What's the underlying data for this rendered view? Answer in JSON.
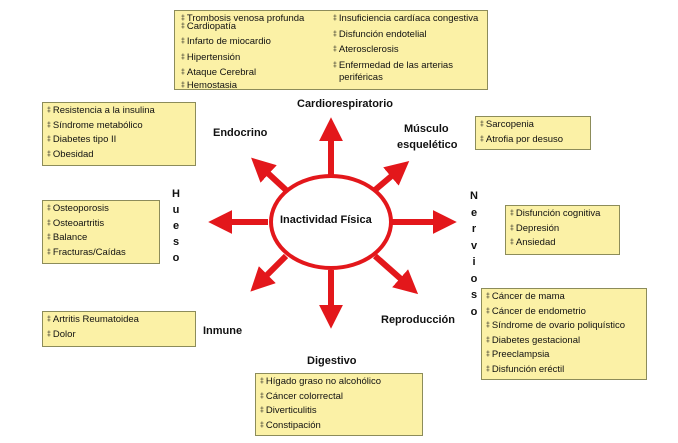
{
  "center": "Inactividad Física",
  "labels": {
    "cardio": "Cardiorespiratorio",
    "endocrino": "Endocrino",
    "musculo1": "Músculo",
    "musculo2": "esquelético",
    "reproduccion": "Reproducción",
    "inmune": "Inmune",
    "digestivo": "Digestivo",
    "hueso": [
      "H",
      "u",
      "e",
      "s",
      "o"
    ],
    "nervioso": [
      "N",
      "e",
      "r",
      "v",
      "i",
      "o",
      "s",
      "o"
    ]
  },
  "boxes": {
    "cardio_left": [
      "Trombosis venosa profunda",
      "Cardiopatía",
      "Infarto de miocardio",
      "Hipertensión",
      "Ataque Cerebral",
      "Hemostasia"
    ],
    "cardio_right": [
      "Insuficiencia cardíaca congestiva",
      "Disfunción endotelial",
      "Aterosclerosis",
      "Enfermedad de las arterias",
      "periféricas"
    ],
    "endocrino": [
      "Resistencia a la insulina",
      "Síndrome metabólico",
      "Diabetes tipo II",
      "Obesidad"
    ],
    "musculo": [
      "Sarcopenia",
      "Atrofia por desuso"
    ],
    "hueso": [
      "Osteoporosis",
      "Osteoartritis",
      "Balance",
      "Fracturas/Caídas"
    ],
    "nervioso": [
      "Disfunción cognitiva",
      "Depresión",
      "Ansiedad"
    ],
    "inmune": [
      "Artritis Reumatoidea",
      "Dolor"
    ],
    "reproduccion": [
      "Cáncer de mama",
      "Cáncer de endometrio",
      "Síndrome de ovario poliquístico",
      "Diabetes gestacional",
      "Preeclampsia",
      "Disfunción eréctil"
    ],
    "digestivo": [
      "Hígado graso no alcohólico",
      "Cáncer colorrectal",
      "Diverticulitis",
      "Constipación"
    ]
  }
}
